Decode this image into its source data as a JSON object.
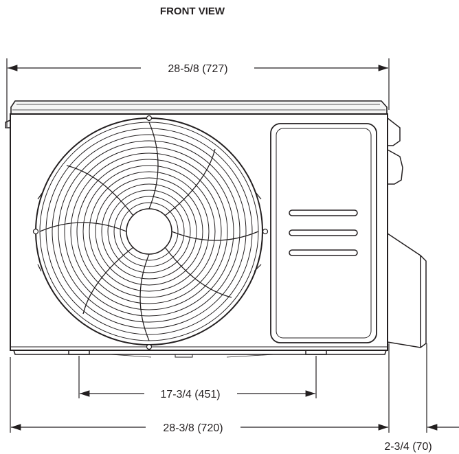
{
  "view_title": "FRONT VIEW",
  "dimensions": {
    "overall_width_top": "28-5/8 (727)",
    "foot_spacing": "17-3/4 (451)",
    "body_width_bottom": "28-3/8 (720)",
    "side_offset": "2-3/4 (70)"
  },
  "colors": {
    "line": "#231f20",
    "background": "#ffffff"
  }
}
